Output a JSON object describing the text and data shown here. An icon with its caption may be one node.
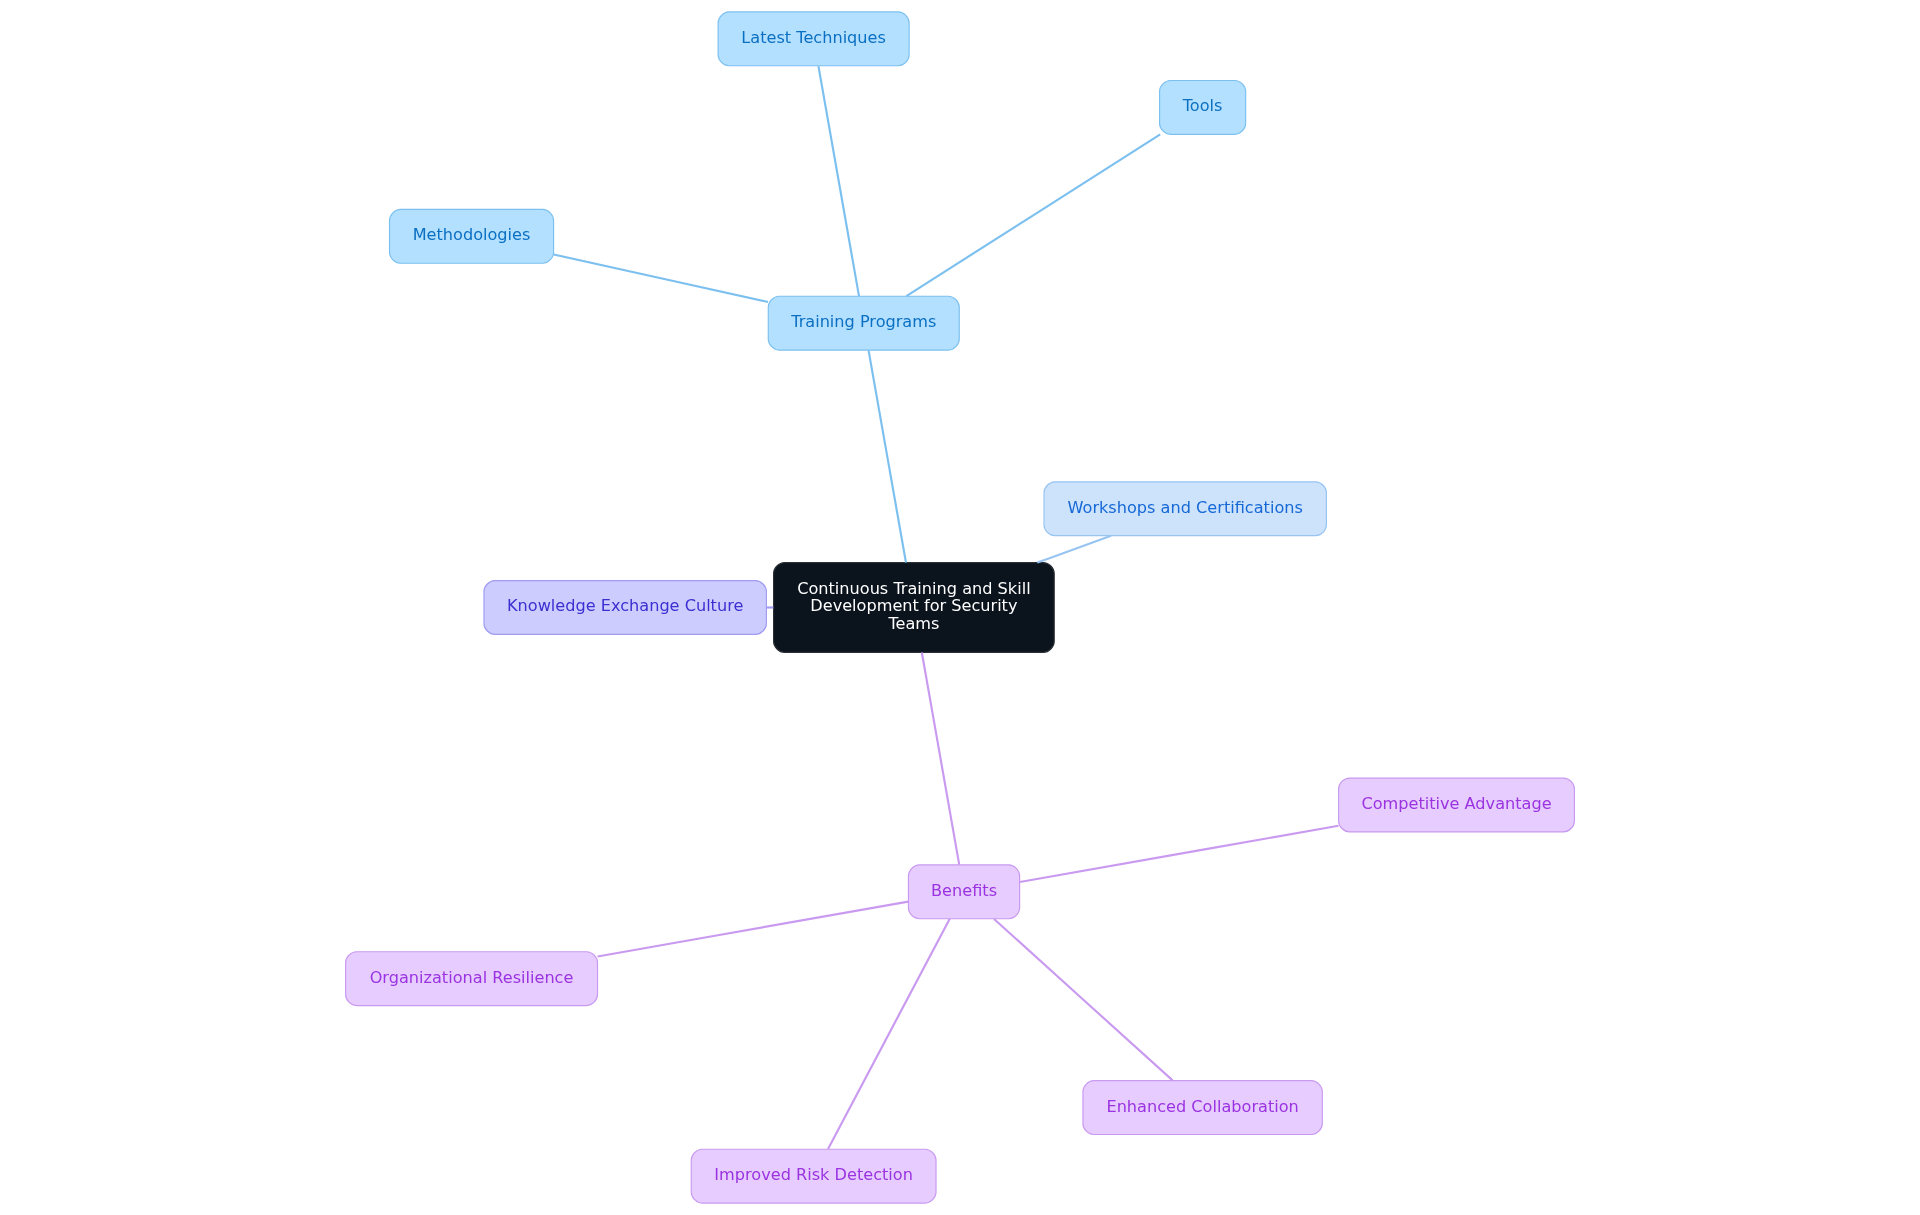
{
  "diagram": {
    "nodes": [
      {
        "text": [
          "Latest Techniques"
        ]
      },
      {
        "text": [
          "Tools"
        ]
      },
      {
        "text": [
          "Training Programs"
        ]
      },
      {
        "text": [
          "Methodologies"
        ]
      },
      {
        "text": [
          "Workshops and Certifications"
        ]
      },
      {
        "text": [
          "Continuous Training and Skill Development for Security Teams"
        ]
      },
      {
        "text": [
          "Knowledge Exchange Culture"
        ]
      },
      {
        "text": [
          "Competitive Advantage"
        ]
      },
      {
        "text": [
          "Benefits"
        ]
      },
      {
        "text": [
          "Organizational Resilience"
        ]
      },
      {
        "text": [
          "Enhanced Collaboration"
        ]
      },
      {
        "text": [
          "Improved Risk Detection"
        ]
      }
    ],
    "edges": [
      {
        "from": 5,
        "to": 2,
        "arrow": "none",
        "color": "#7cc0f0"
      },
      {
        "from": 2,
        "to": 0,
        "arrow": "none",
        "color": "#7cc0f0"
      },
      {
        "from": 2,
        "to": 1,
        "arrow": "none",
        "color": "#7cc0f0"
      },
      {
        "from": 2,
        "to": 3,
        "arrow": "none",
        "color": "#7cc0f0"
      },
      {
        "from": 5,
        "to": 4,
        "arrow": "none",
        "color": "#98c4f2"
      },
      {
        "from": 5,
        "to": 6,
        "arrow": "none",
        "color": "#a09cf2"
      },
      {
        "from": 5,
        "to": 8,
        "arrow": "none"
      },
      {
        "from": 8,
        "to": 7,
        "arrow": "none"
      },
      {
        "from": 8,
        "to": 10,
        "arrow": "none"
      },
      {
        "from": 8,
        "to": 11,
        "arrow": "none"
      },
      {
        "from": 8,
        "to": 9,
        "arrow": "none"
      }
    ]
  }
}
